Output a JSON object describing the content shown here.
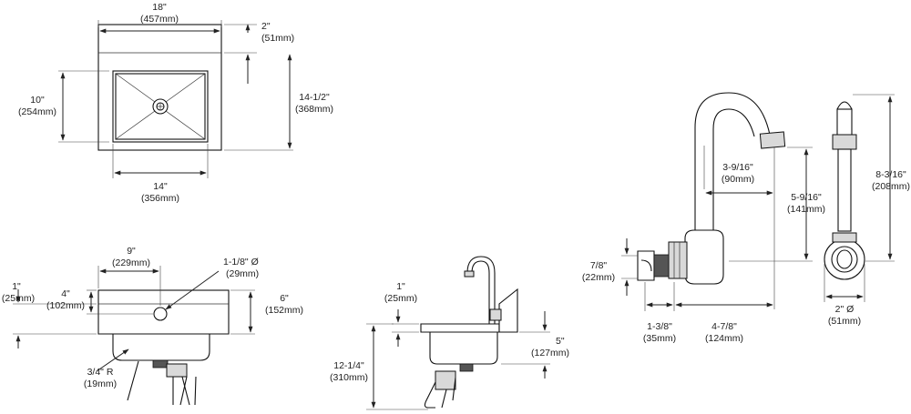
{
  "labels": {
    "width_top": [
      "18\"",
      "(457mm)"
    ],
    "rim_top": [
      "2\"",
      "(51mm)"
    ],
    "bowl_depth_fb": [
      "10\"",
      "(254mm)"
    ],
    "overall_depth": [
      "14-1/2\"",
      "(368mm)"
    ],
    "bowl_width": [
      "14\"",
      "(356mm)"
    ],
    "faucet_center": [
      "9\"",
      "(229mm)"
    ],
    "hole_dia": [
      "1-1/8\" Ø",
      "(29mm)"
    ],
    "rim_front": [
      "1\"",
      "(25mm)"
    ],
    "backsplash_4": [
      "4\"",
      "(102mm)"
    ],
    "apron_6": [
      "6\"",
      "(152mm)"
    ],
    "corner_radius": [
      "3/4\" R",
      "(19mm)"
    ],
    "rim_side": [
      "1\"",
      "(25mm)"
    ],
    "overall_height": [
      "12-1/4\"",
      "(310mm)"
    ],
    "bowl_5": [
      "5\"",
      "(127mm)"
    ],
    "spout_reach": [
      "3-9/16\"",
      "(90mm)"
    ],
    "spout_height": [
      "5-9/16\"",
      "(141mm)"
    ],
    "faucet_height": [
      "8-3/16\"",
      "(208mm)"
    ],
    "inlet_offset": [
      "7/8\"",
      "(22mm)"
    ],
    "inlet_depth": [
      "1-3/8\"",
      "(35mm)"
    ],
    "body_depth": [
      "4-7/8\"",
      "(124mm)"
    ],
    "base_dia": [
      "2\" Ø",
      "(51mm)"
    ]
  }
}
